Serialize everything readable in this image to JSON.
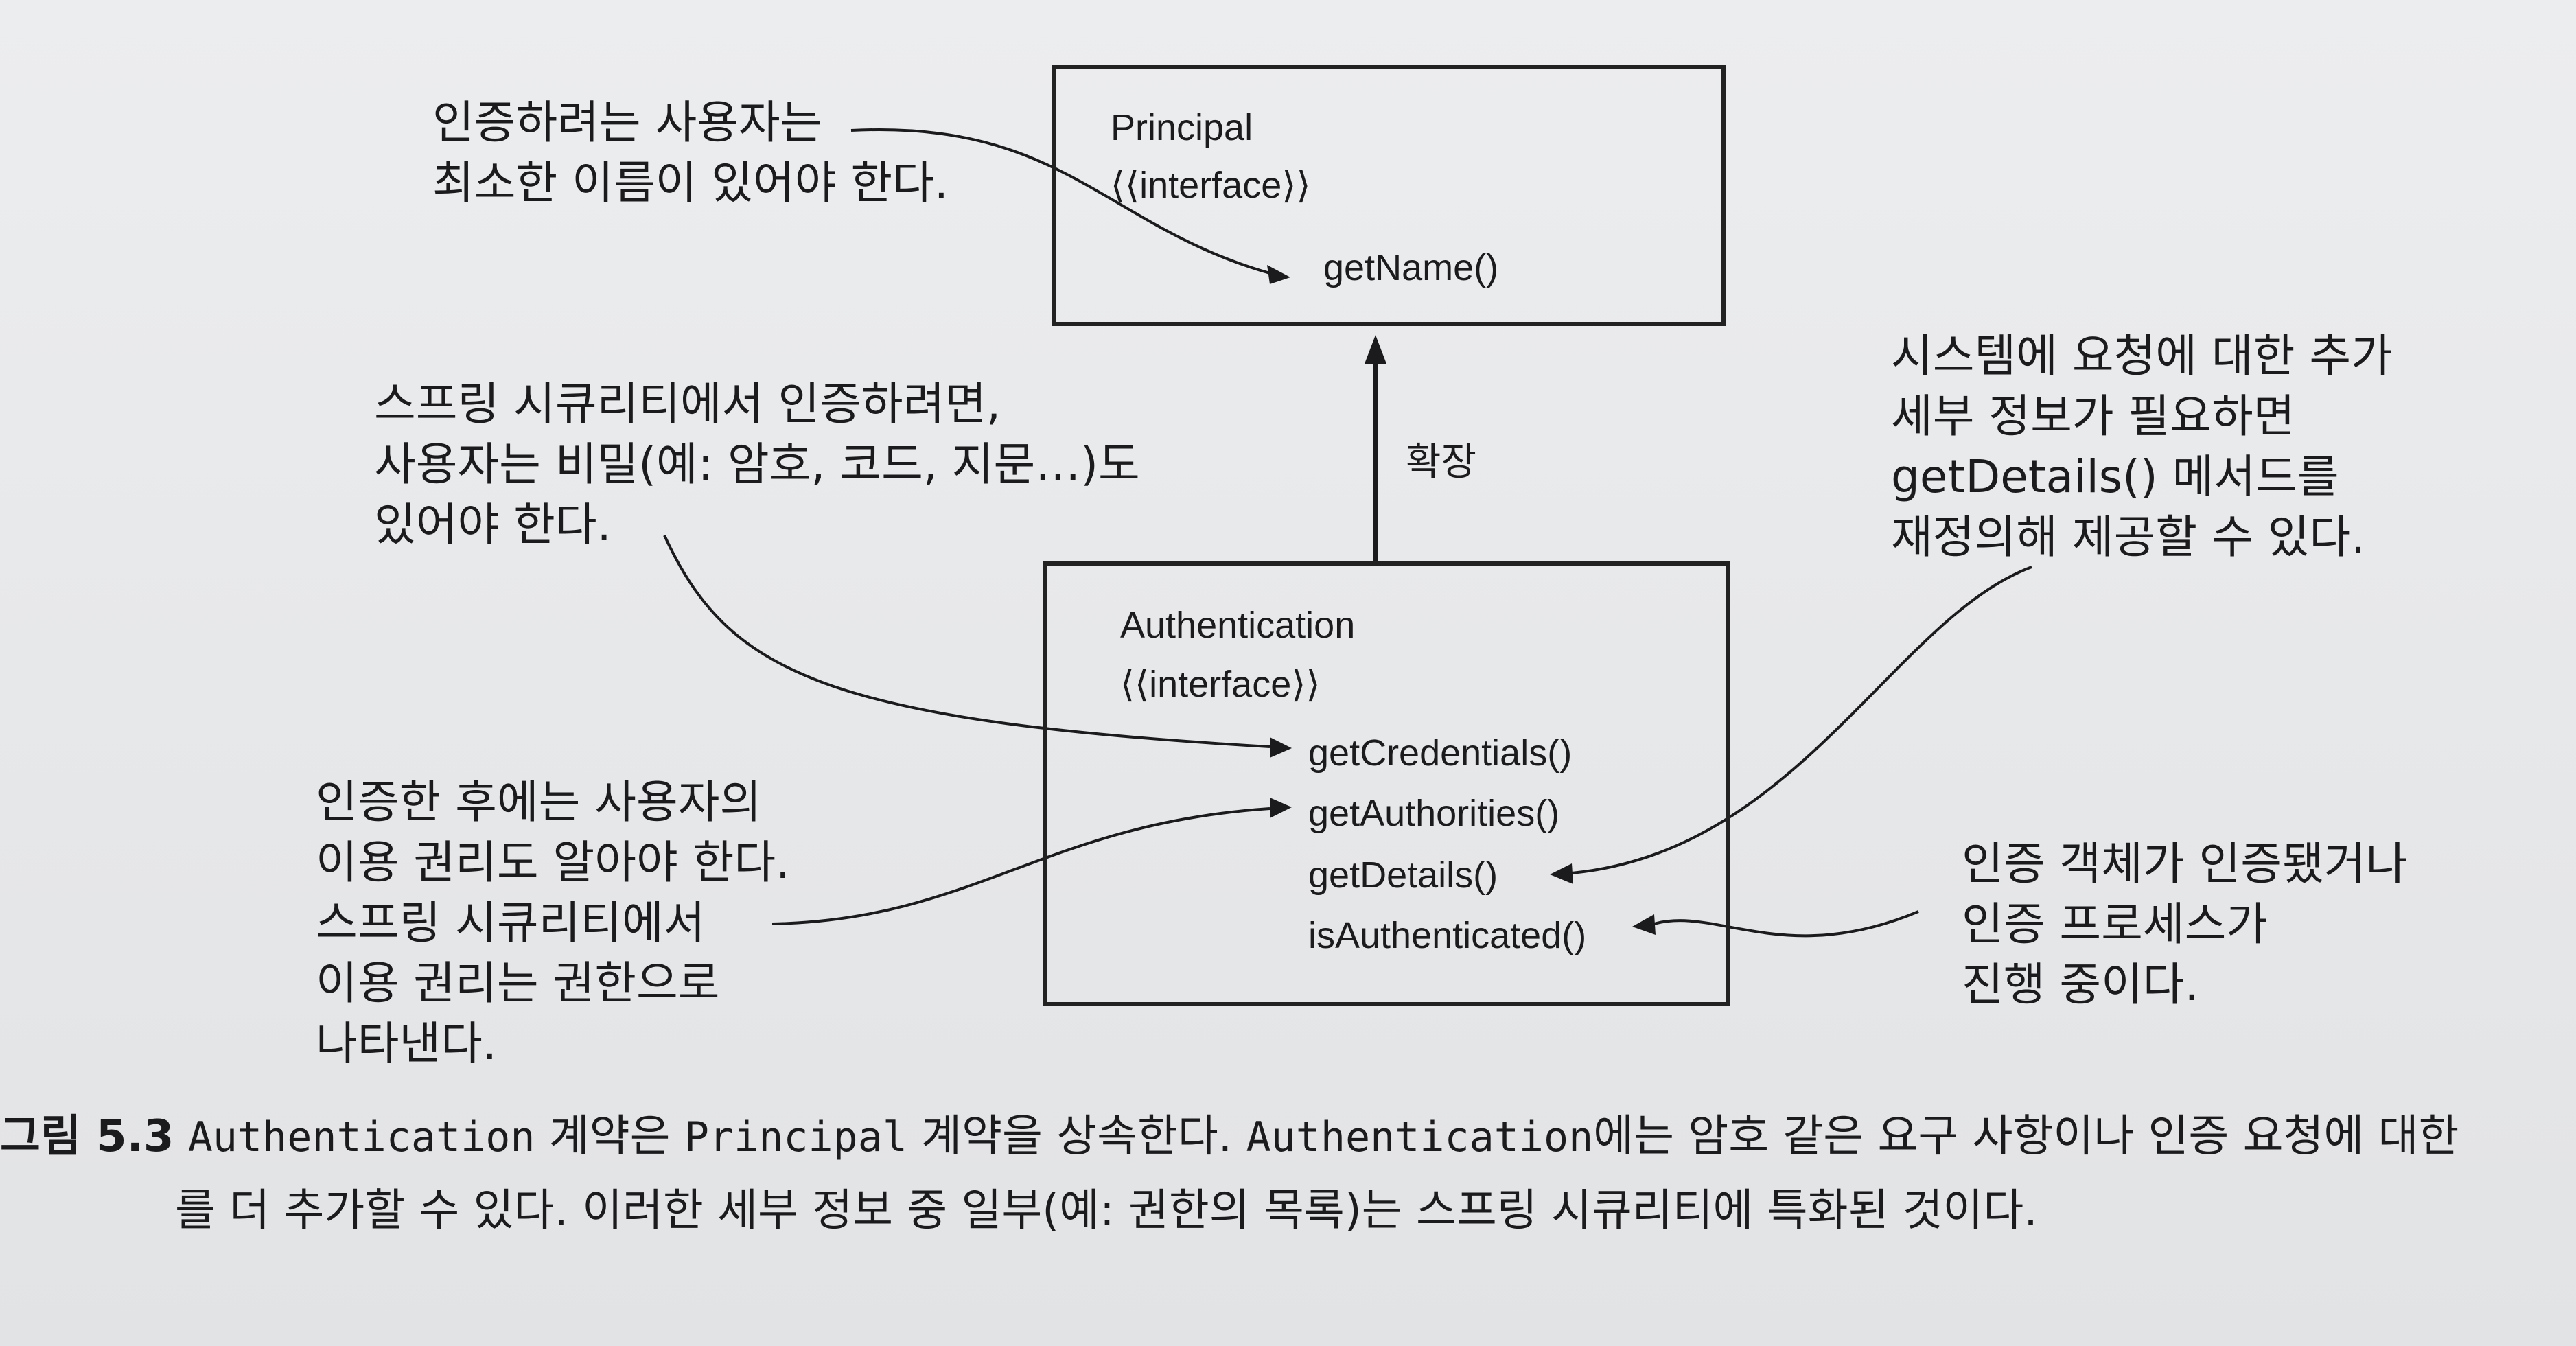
{
  "principal_box": {
    "name": "Principal",
    "stereotype": "⟨⟨interface⟩⟩",
    "methods": [
      "getName()"
    ]
  },
  "authentication_box": {
    "name": "Authentication",
    "stereotype": "⟨⟨interface⟩⟩",
    "methods": [
      "getCredentials()",
      "getAuthorities()",
      "getDetails()",
      "isAuthenticated()"
    ]
  },
  "extends_label": "확장",
  "notes": {
    "name": [
      "인증하려는 사용자는",
      "최소한 이름이 있어야 한다."
    ],
    "credentials": [
      "스프링 시큐리티에서 인증하려면,",
      "사용자는 비밀(예: 암호, 코드, 지문…)도",
      "있어야 한다."
    ],
    "details": [
      "시스템에 요청에 대한 추가",
      "세부 정보가 필요하면",
      "getDetails() 메서드를",
      "재정의해 제공할 수 있다."
    ],
    "authorities": [
      "인증한 후에는 사용자의",
      "이용 권리도 알아야 한다.",
      "스프링 시큐리티에서",
      "이용 권리는 권한으로",
      "나타낸다."
    ],
    "authenticated": [
      "인증 객체가 인증됐거나",
      "인증 프로세스가",
      "진행 중이다."
    ]
  },
  "caption": {
    "label": "그림 5.3",
    "line1_parts": [
      " ",
      "Authentication",
      " 계약은 ",
      "Principal",
      " 계약을 상속한다. ",
      "Authentication",
      "에는 암호 같은 요구 사항이나 인증 요청에 대한"
    ],
    "line2": "를 더 추가할 수 있다. 이러한 세부 정보 중 일부(예: 권한의 목록)는 스프링 시큐리티에 특화된 것이다."
  },
  "colors": {
    "ink": "#1b1b1d",
    "paper": "#e8e9eb"
  }
}
